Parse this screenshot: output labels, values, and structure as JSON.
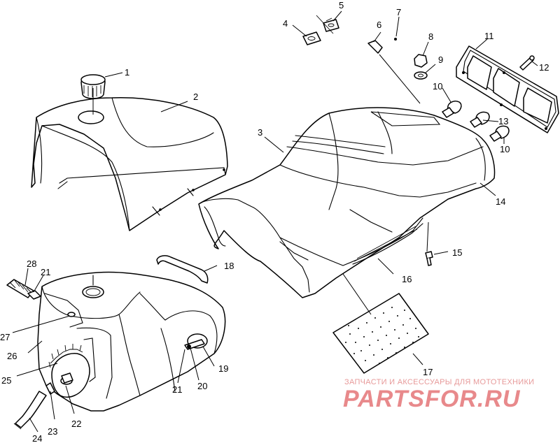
{
  "callouts": [
    "1",
    "2",
    "3",
    "4",
    "5",
    "6",
    "7",
    "8",
    "9",
    "10",
    "10",
    "11",
    "12",
    "13",
    "14",
    "15",
    "16",
    "17",
    "18",
    "19",
    "20",
    "21",
    "21",
    "22",
    "23",
    "24",
    "25",
    "26",
    "27",
    "28"
  ],
  "watermark": {
    "tagline": "ЗАПЧАСТИ И АКСЕССУАРЫ ДЛЯ МОТОТЕХНИКИ",
    "brand": "PARTSFOR.RU",
    "color": "#e8898b"
  }
}
